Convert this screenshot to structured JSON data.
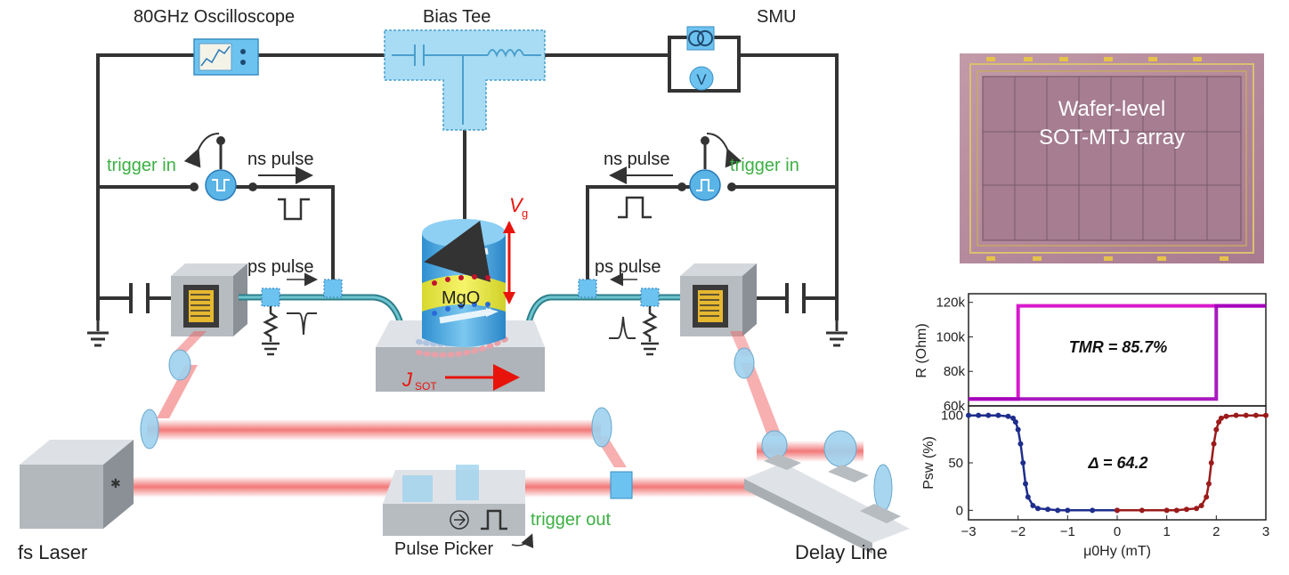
{
  "labels": {
    "oscilloscope": "80GHz Oscilloscope",
    "bias_tee": "Bias Tee",
    "smu": "SMU",
    "smu_v": "V",
    "trigger_in_left": "trigger in",
    "trigger_in_right": "trigger in",
    "ns_pulse_left": "ns pulse",
    "ns_pulse_right": "ns pulse",
    "ps_pulse_left": "ps pulse",
    "ps_pulse_right": "ps pulse",
    "vg": "V",
    "vg_sub": "g",
    "mgo": "MgO",
    "jsot": "J",
    "jsot_sub": "SOT",
    "fs_laser": "fs Laser",
    "pulse_picker": "Pulse Picker",
    "trigger_out": "trigger out",
    "delay_line": "Delay Line",
    "wafer_line1": "Wafer-level",
    "wafer_line2": "SOT-MTJ array"
  },
  "colors": {
    "wire": "#333333",
    "device_blue": "#5ab4e6",
    "mgo_yellow": "#f0ee4a",
    "laser_red": "#f06060",
    "arrow_red": "#e8140c",
    "trigger_green": "#3cb043",
    "magenta": "#d400c8",
    "navy": "#1f2e8c",
    "darkred": "#9b1b1b",
    "wafer_bg": "#b8869a"
  },
  "chart_data": [
    {
      "type": "line",
      "xlabel": "",
      "ylabel": "R (Ohm)",
      "xlim": [
        -3,
        3
      ],
      "ylim": [
        60000,
        125000
      ],
      "yticks": [
        60000,
        80000,
        100000,
        120000
      ],
      "ytick_labels": [
        "60k",
        "80k",
        "100k",
        "120k"
      ],
      "annotation": "TMR = 85.7%",
      "series": [
        {
          "x": [
            -3,
            -2,
            -2,
            -1.9,
            -1.9,
            3
          ],
          "y": [
            64000,
            64000,
            118000,
            118000,
            118000,
            118000
          ]
        },
        {
          "x": [
            -3,
            1.9,
            1.9,
            2,
            2,
            3
          ],
          "y": [
            64000,
            64000,
            64000,
            64000,
            118000,
            118000
          ]
        }
      ]
    },
    {
      "type": "scatter",
      "xlabel": "μ0Hy (mT)",
      "ylabel": "Psw (%)",
      "xlim": [
        -3,
        3
      ],
      "ylim": [
        -10,
        110
      ],
      "xticks": [
        -3,
        -2,
        -1,
        0,
        1,
        2,
        3
      ],
      "yticks": [
        0,
        50,
        100
      ],
      "annotation": "Δ = 64.2",
      "series": [
        {
          "x": [
            -3,
            -2.8,
            -2.6,
            -2.4,
            -2.2,
            -2.1,
            -2.05,
            -2.0,
            -1.95,
            -1.9,
            -1.85,
            -1.8,
            -1.7,
            -1.6,
            -1.4,
            -1.2,
            -1.0,
            -0.5,
            0
          ],
          "y": [
            100,
            100,
            100,
            100,
            99,
            97,
            93,
            85,
            70,
            50,
            28,
            14,
            5,
            2,
            1,
            0,
            0,
            0,
            0
          ]
        },
        {
          "x": [
            0,
            0.5,
            1.0,
            1.2,
            1.4,
            1.6,
            1.7,
            1.8,
            1.85,
            1.9,
            1.95,
            2.0,
            2.05,
            2.1,
            2.2,
            2.4,
            2.6,
            2.8,
            3
          ],
          "y": [
            0,
            0,
            0,
            0,
            1,
            2,
            5,
            14,
            28,
            50,
            70,
            85,
            93,
            97,
            99,
            100,
            100,
            100,
            100
          ]
        }
      ]
    }
  ]
}
